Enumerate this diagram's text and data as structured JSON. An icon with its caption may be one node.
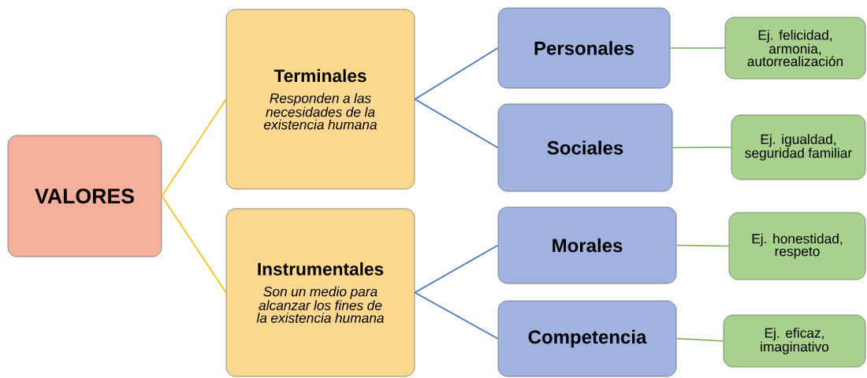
{
  "diagram": {
    "nodes": [
      {
        "text": [
          "VALORES"
        ]
      },
      {
        "text": [
          "Terminales",
          "Responden a las necesidades de la existencia humana"
        ]
      },
      {
        "text": [
          "Instrumentales",
          "Son un medio para alcanzar los fines de la existencia humana"
        ]
      },
      {
        "text": [
          "Personales"
        ]
      },
      {
        "text": [
          "Sociales"
        ]
      },
      {
        "text": [
          "Morales"
        ]
      },
      {
        "text": [
          "Competencia"
        ]
      },
      {
        "text": [
          "Ej. felicidad, armonia, autorrealización"
        ]
      },
      {
        "text": [
          "Ej. igualdad, seguridad familiar"
        ]
      },
      {
        "text": [
          "Ej. honestidad, respeto"
        ]
      },
      {
        "text": [
          "Ej. eficaz, imaginativo"
        ]
      }
    ],
    "edges": [
      {
        "from": 0,
        "to": 1,
        "arrow": "none",
        "color": "#f5c000"
      },
      {
        "from": 0,
        "to": 2,
        "arrow": "none",
        "color": "#f5c000"
      },
      {
        "from": 1,
        "to": 3,
        "arrow": "none",
        "color": "#4472c4"
      },
      {
        "from": 1,
        "to": 4,
        "arrow": "none",
        "color": "#4472c4"
      },
      {
        "from": 2,
        "to": 5,
        "arrow": "none",
        "color": "#4472c4"
      },
      {
        "from": 2,
        "to": 6,
        "arrow": "none",
        "color": "#4472c4"
      },
      {
        "from": 3,
        "to": 7,
        "arrow": "none",
        "color": "#70ad47"
      },
      {
        "from": 4,
        "to": 8,
        "arrow": "none",
        "color": "#70ad47"
      },
      {
        "from": 5,
        "to": 9,
        "arrow": "none",
        "color": "#70ad47"
      },
      {
        "from": 6,
        "to": 10,
        "arrow": "none",
        "color": "#70ad47"
      }
    ]
  }
}
